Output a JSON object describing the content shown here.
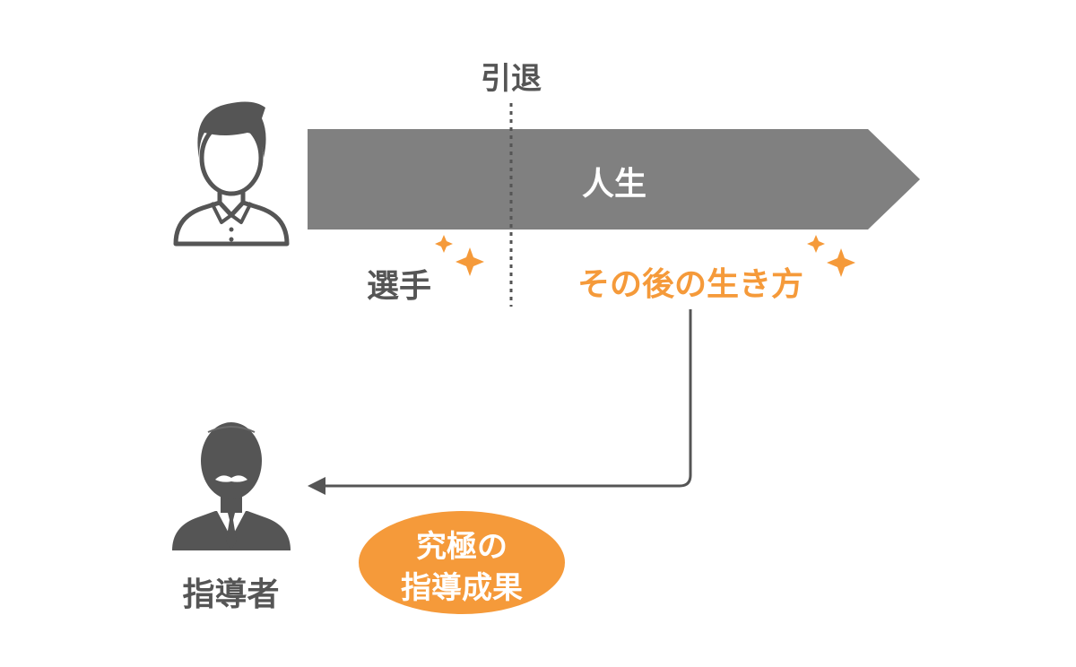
{
  "diagram": {
    "retire_label": "引退",
    "life_label": "人生",
    "player_label": "選手",
    "after_label": "その後の生き方",
    "leader_label": "指導者",
    "result_lines": [
      "究極の",
      "指導成果"
    ]
  },
  "icons": {
    "player": "player-person-icon",
    "leader": "leader-person-icon",
    "sparkle": "sparkle-icon"
  },
  "colors": {
    "arrow_fill": "#808080",
    "text_dark": "#555555",
    "accent": "#f59a3a",
    "icon_dark": "#555555"
  }
}
